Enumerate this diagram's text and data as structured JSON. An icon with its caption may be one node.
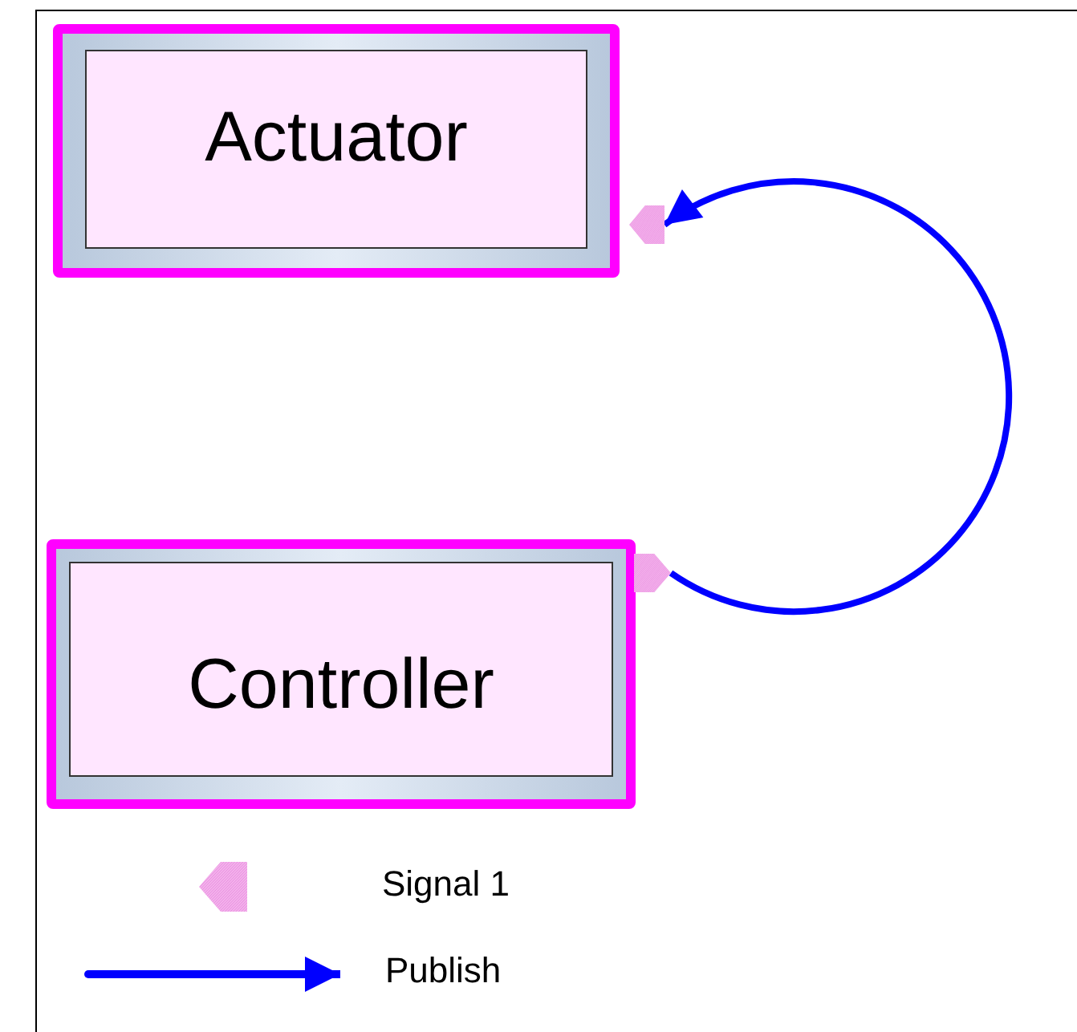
{
  "diagram": {
    "nodes": [
      {
        "text": [
          "Actuator"
        ]
      },
      {
        "text": [
          "Controller"
        ]
      },
      {
        "text": [],
        "shape": "pentagon"
      },
      {
        "text": [],
        "shape": "pentagon"
      }
    ],
    "edges": [
      {
        "from": 3,
        "to": 2,
        "arrow": "to",
        "color": "#0000ff"
      }
    ],
    "legend": [
      {
        "text": "Signal 1"
      },
      {
        "text": "Publish"
      }
    ]
  }
}
